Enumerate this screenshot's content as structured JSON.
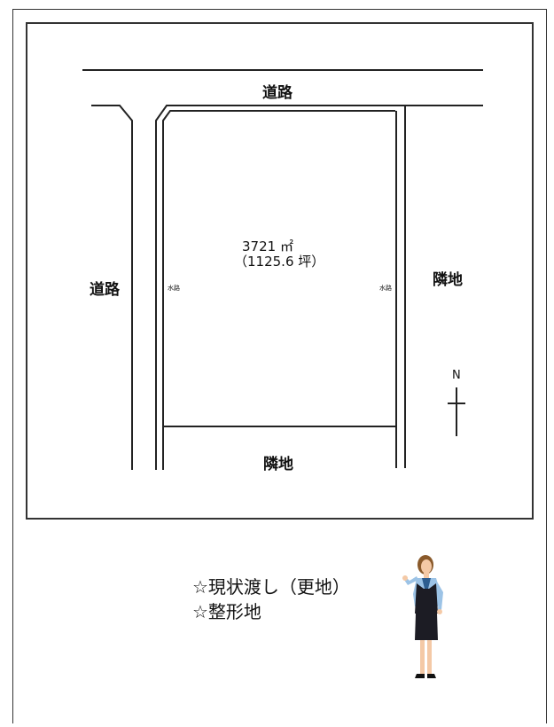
{
  "diagram": {
    "road_top_label": "道路",
    "road_left_label": "道路",
    "neighbor_right_label": "隣地",
    "neighbor_bottom_label": "隣地",
    "waterway_left_label": "水路",
    "waterway_right_label": "水路",
    "area_sqm": "3721 ㎡",
    "area_tsubo": "（1125.6 坪）",
    "north_label": "N"
  },
  "notes": {
    "line1": "☆現状渡し（更地）",
    "line2": "☆整形地"
  }
}
